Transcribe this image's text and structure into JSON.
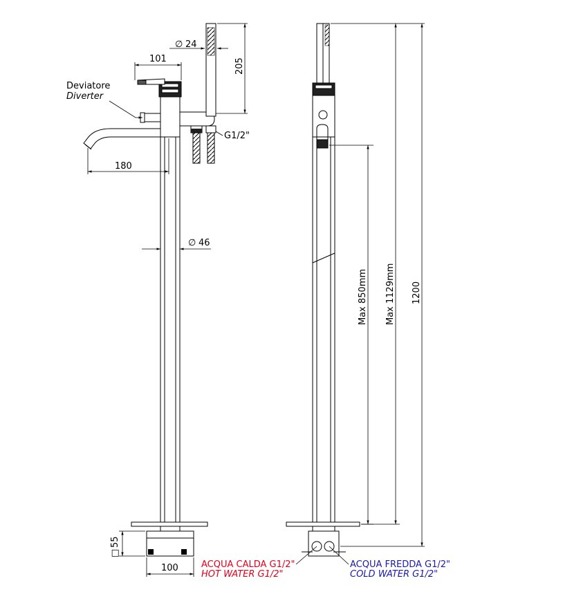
{
  "left_view": {
    "diverter_label_it": "Deviatore",
    "diverter_label_en": "Diverter",
    "dim_spout_height_offset": "101",
    "dim_hand_shower_diameter": "24",
    "dim_hand_shower_length": "205",
    "dim_hose_connection": "G1/2\"",
    "dim_spout_reach": "180",
    "dim_column_diameter": "46",
    "dim_base_height": "55",
    "dim_base_width": "100"
  },
  "right_view": {
    "dim_max_spout_height": "Max 850mm",
    "dim_max_shower_height": "Max 1129mm",
    "dim_total_height": "1200",
    "hot_water_it": "ACQUA CALDA G1/2\"",
    "hot_water_en": "HOT WATER G1/2\"",
    "cold_water_it": "ACQUA FREDDA G1/2\"",
    "cold_water_en": "COLD WATER G1/2\""
  },
  "symbols": {
    "diameter": "∅",
    "square": "□"
  },
  "colors": {
    "hot": "#e0001b",
    "cold": "#1a1aa6"
  }
}
